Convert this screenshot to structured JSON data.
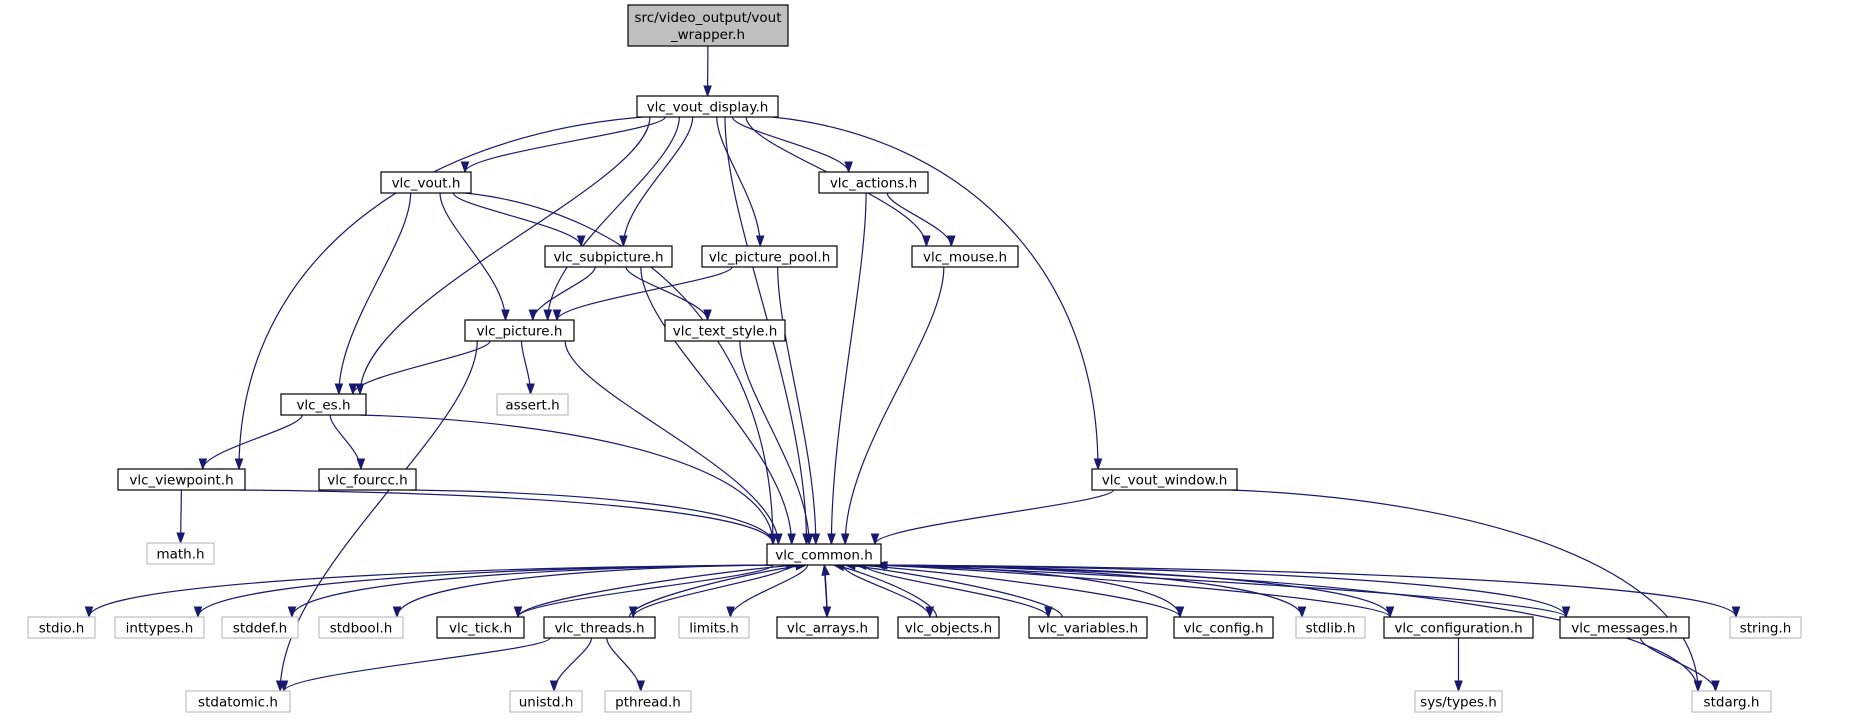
{
  "diagram": {
    "type": "include-dependency-graph",
    "colors": {
      "edge": "#191970",
      "root_fill": "#bfbfbf",
      "node_border": "#000000",
      "external_border": "#bfbfbf"
    },
    "nodes": [
      {
        "id": "root",
        "label": [
          "src/video_output/vout",
          "_wrapper.h"
        ],
        "kind": "root"
      },
      {
        "id": "vout_display",
        "label": [
          "vlc_vout_display.h"
        ],
        "kind": "internal"
      },
      {
        "id": "vlc_vout",
        "label": [
          "vlc_vout.h"
        ],
        "kind": "internal"
      },
      {
        "id": "vlc_actions",
        "label": [
          "vlc_actions.h"
        ],
        "kind": "internal"
      },
      {
        "id": "vlc_subpicture",
        "label": [
          "vlc_subpicture.h"
        ],
        "kind": "internal"
      },
      {
        "id": "vlc_picture_pool",
        "label": [
          "vlc_picture_pool.h"
        ],
        "kind": "internal"
      },
      {
        "id": "vlc_mouse",
        "label": [
          "vlc_mouse.h"
        ],
        "kind": "internal"
      },
      {
        "id": "vlc_picture",
        "label": [
          "vlc_picture.h"
        ],
        "kind": "internal"
      },
      {
        "id": "vlc_text_style",
        "label": [
          "vlc_text_style.h"
        ],
        "kind": "internal"
      },
      {
        "id": "vlc_es",
        "label": [
          "vlc_es.h"
        ],
        "kind": "internal"
      },
      {
        "id": "assert",
        "label": [
          "assert.h"
        ],
        "kind": "external"
      },
      {
        "id": "vlc_viewpoint",
        "label": [
          "vlc_viewpoint.h"
        ],
        "kind": "internal"
      },
      {
        "id": "vlc_fourcc",
        "label": [
          "vlc_fourcc.h"
        ],
        "kind": "internal"
      },
      {
        "id": "vlc_vout_window",
        "label": [
          "vlc_vout_window.h"
        ],
        "kind": "internal"
      },
      {
        "id": "math",
        "label": [
          "math.h"
        ],
        "kind": "external"
      },
      {
        "id": "vlc_common",
        "label": [
          "vlc_common.h"
        ],
        "kind": "internal"
      },
      {
        "id": "stdio",
        "label": [
          "stdio.h"
        ],
        "kind": "external"
      },
      {
        "id": "inttypes",
        "label": [
          "inttypes.h"
        ],
        "kind": "external"
      },
      {
        "id": "stddef",
        "label": [
          "stddef.h"
        ],
        "kind": "external"
      },
      {
        "id": "stdbool",
        "label": [
          "stdbool.h"
        ],
        "kind": "external"
      },
      {
        "id": "vlc_tick",
        "label": [
          "vlc_tick.h"
        ],
        "kind": "internal"
      },
      {
        "id": "vlc_threads",
        "label": [
          "vlc_threads.h"
        ],
        "kind": "internal"
      },
      {
        "id": "limits",
        "label": [
          "limits.h"
        ],
        "kind": "external"
      },
      {
        "id": "vlc_arrays",
        "label": [
          "vlc_arrays.h"
        ],
        "kind": "internal"
      },
      {
        "id": "vlc_objects",
        "label": [
          "vlc_objects.h"
        ],
        "kind": "internal"
      },
      {
        "id": "vlc_variables",
        "label": [
          "vlc_variables.h"
        ],
        "kind": "internal"
      },
      {
        "id": "vlc_config",
        "label": [
          "vlc_config.h"
        ],
        "kind": "internal"
      },
      {
        "id": "stdlib",
        "label": [
          "stdlib.h"
        ],
        "kind": "external"
      },
      {
        "id": "vlc_configuration",
        "label": [
          "vlc_configuration.h"
        ],
        "kind": "internal"
      },
      {
        "id": "vlc_messages",
        "label": [
          "vlc_messages.h"
        ],
        "kind": "internal"
      },
      {
        "id": "string",
        "label": [
          "string.h"
        ],
        "kind": "external"
      },
      {
        "id": "stdatomic",
        "label": [
          "stdatomic.h"
        ],
        "kind": "external"
      },
      {
        "id": "unistd",
        "label": [
          "unistd.h"
        ],
        "kind": "external"
      },
      {
        "id": "pthread",
        "label": [
          "pthread.h"
        ],
        "kind": "external"
      },
      {
        "id": "sys_types",
        "label": [
          "sys/types.h"
        ],
        "kind": "external"
      },
      {
        "id": "stdarg",
        "label": [
          "stdarg.h"
        ],
        "kind": "external"
      }
    ],
    "edges": [
      [
        "root",
        "vout_display"
      ],
      [
        "vout_display",
        "vlc_vout"
      ],
      [
        "vout_display",
        "vlc_actions"
      ],
      [
        "vout_display",
        "vlc_subpicture"
      ],
      [
        "vout_display",
        "vlc_picture_pool"
      ],
      [
        "vout_display",
        "vlc_mouse"
      ],
      [
        "vout_display",
        "vlc_picture"
      ],
      [
        "vout_display",
        "vlc_es"
      ],
      [
        "vout_display",
        "vlc_viewpoint"
      ],
      [
        "vout_display",
        "vlc_common"
      ],
      [
        "vout_display",
        "vlc_vout_window"
      ],
      [
        "vlc_vout",
        "vlc_subpicture"
      ],
      [
        "vlc_vout",
        "vlc_picture"
      ],
      [
        "vlc_vout",
        "vlc_es"
      ],
      [
        "vlc_vout",
        "vlc_common"
      ],
      [
        "vlc_actions",
        "vlc_mouse"
      ],
      [
        "vlc_actions",
        "vlc_common"
      ],
      [
        "vlc_subpicture",
        "vlc_picture"
      ],
      [
        "vlc_subpicture",
        "vlc_text_style"
      ],
      [
        "vlc_subpicture",
        "vlc_common"
      ],
      [
        "vlc_picture_pool",
        "vlc_picture"
      ],
      [
        "vlc_picture_pool",
        "vlc_common"
      ],
      [
        "vlc_mouse",
        "vlc_common"
      ],
      [
        "vlc_picture",
        "vlc_es"
      ],
      [
        "vlc_picture",
        "assert"
      ],
      [
        "vlc_picture",
        "vlc_common"
      ],
      [
        "vlc_picture",
        "stdatomic"
      ],
      [
        "vlc_text_style",
        "vlc_common"
      ],
      [
        "vlc_es",
        "vlc_viewpoint"
      ],
      [
        "vlc_es",
        "vlc_fourcc"
      ],
      [
        "vlc_es",
        "vlc_common"
      ],
      [
        "vlc_viewpoint",
        "math"
      ],
      [
        "vlc_viewpoint",
        "vlc_common"
      ],
      [
        "vlc_fourcc",
        "vlc_common"
      ],
      [
        "vlc_vout_window",
        "vlc_common"
      ],
      [
        "vlc_vout_window",
        "stdarg"
      ],
      [
        "vlc_common",
        "stdio"
      ],
      [
        "vlc_common",
        "inttypes"
      ],
      [
        "vlc_common",
        "stddef"
      ],
      [
        "vlc_common",
        "stdbool"
      ],
      [
        "vlc_common",
        "vlc_tick"
      ],
      [
        "vlc_common",
        "vlc_threads"
      ],
      [
        "vlc_common",
        "limits"
      ],
      [
        "vlc_common",
        "vlc_arrays"
      ],
      [
        "vlc_common",
        "vlc_objects"
      ],
      [
        "vlc_common",
        "vlc_variables"
      ],
      [
        "vlc_common",
        "vlc_config"
      ],
      [
        "vlc_common",
        "stdlib"
      ],
      [
        "vlc_common",
        "vlc_configuration"
      ],
      [
        "vlc_common",
        "vlc_messages"
      ],
      [
        "vlc_common",
        "string"
      ],
      [
        "vlc_common",
        "stdarg"
      ],
      [
        "vlc_tick",
        "vlc_common"
      ],
      [
        "vlc_threads",
        "vlc_common"
      ],
      [
        "vlc_threads",
        "stdatomic"
      ],
      [
        "vlc_threads",
        "unistd"
      ],
      [
        "vlc_threads",
        "pthread"
      ],
      [
        "vlc_arrays",
        "vlc_common"
      ],
      [
        "vlc_objects",
        "vlc_common"
      ],
      [
        "vlc_variables",
        "vlc_common"
      ],
      [
        "vlc_config",
        "vlc_common"
      ],
      [
        "vlc_configuration",
        "vlc_common"
      ],
      [
        "vlc_configuration",
        "sys_types"
      ],
      [
        "vlc_messages",
        "vlc_common"
      ],
      [
        "vlc_messages",
        "stdarg"
      ]
    ]
  }
}
